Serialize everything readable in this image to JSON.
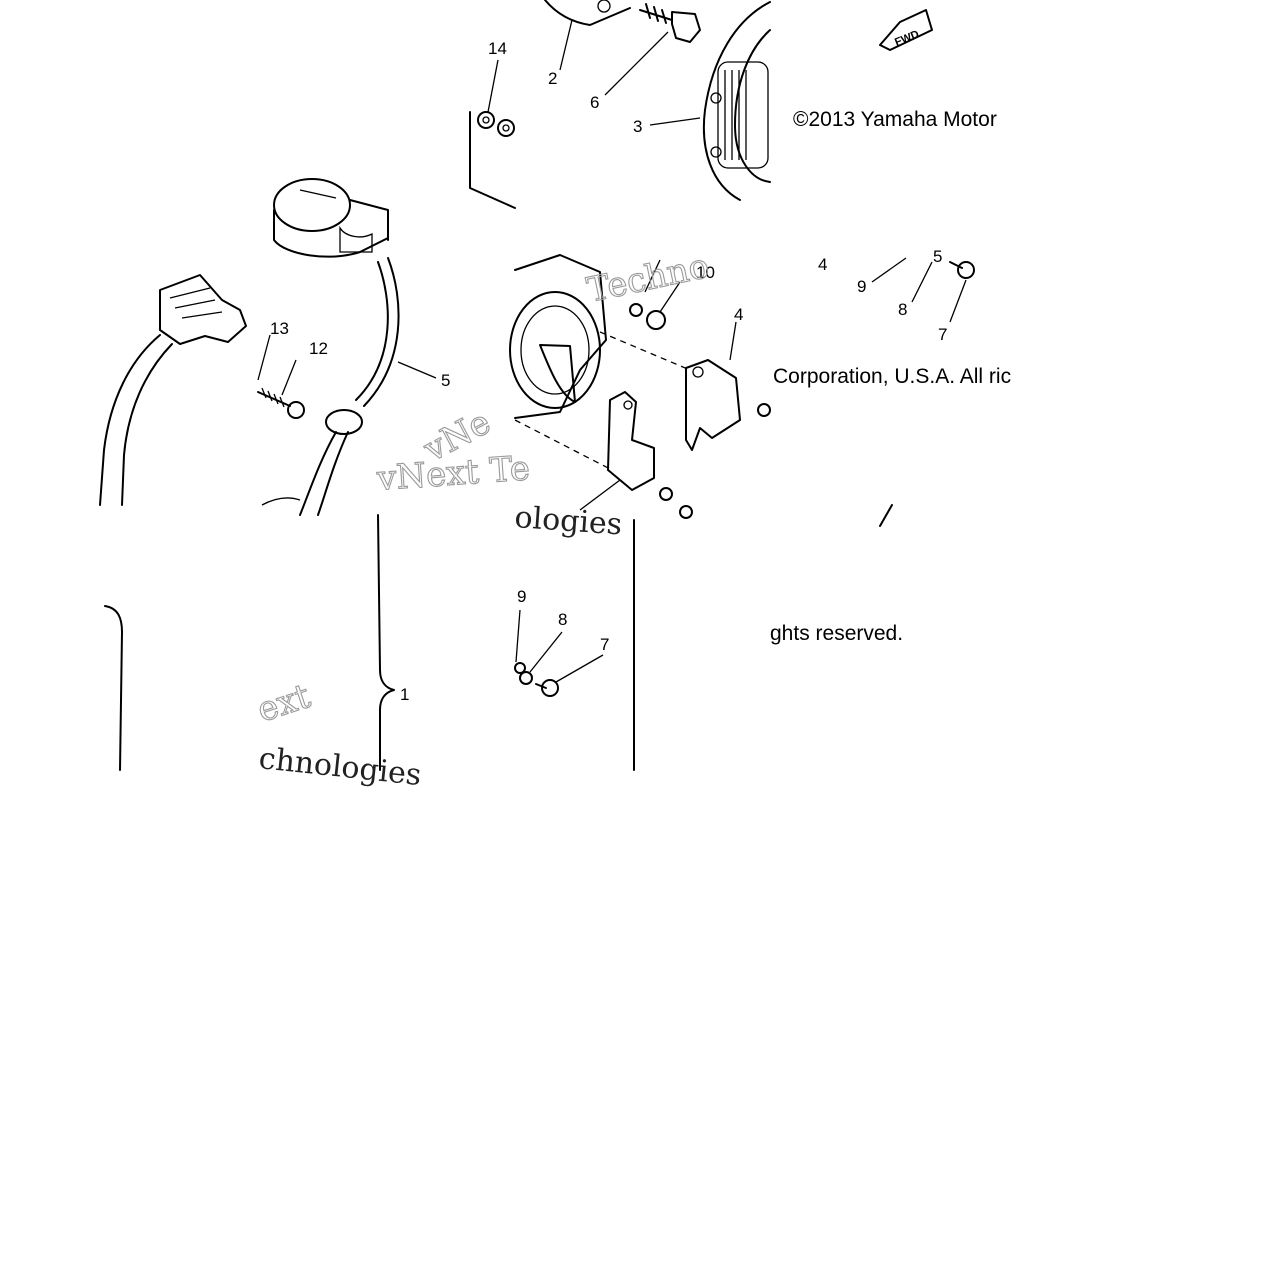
{
  "callouts": {
    "c14": "14",
    "c2": "2",
    "c6": "6",
    "c3": "3",
    "c10": "10",
    "c4a": "4",
    "c9a": "9",
    "c8a": "8",
    "c7a": "7",
    "c5a": "5",
    "c13": "13",
    "c12": "12",
    "c5": "5",
    "c4": "4",
    "c1": "1",
    "c9b": "9",
    "c8b": "8",
    "c7b": "7"
  },
  "fwd_label": "FWD",
  "copyright": {
    "line1": "©2013 Yamaha Motor",
    "line2": "Corporation, U.S.A. All ric",
    "line3": "ghts reserved."
  },
  "watermark": {
    "tile_a": "vNext Te",
    "tile_b": "Techno",
    "tile_c": "ologies",
    "tile_d": "ext",
    "tile_e": "chnologies",
    "tile_f": "vNe"
  },
  "icons": {
    "direction": "fwd-arrow-icon"
  }
}
